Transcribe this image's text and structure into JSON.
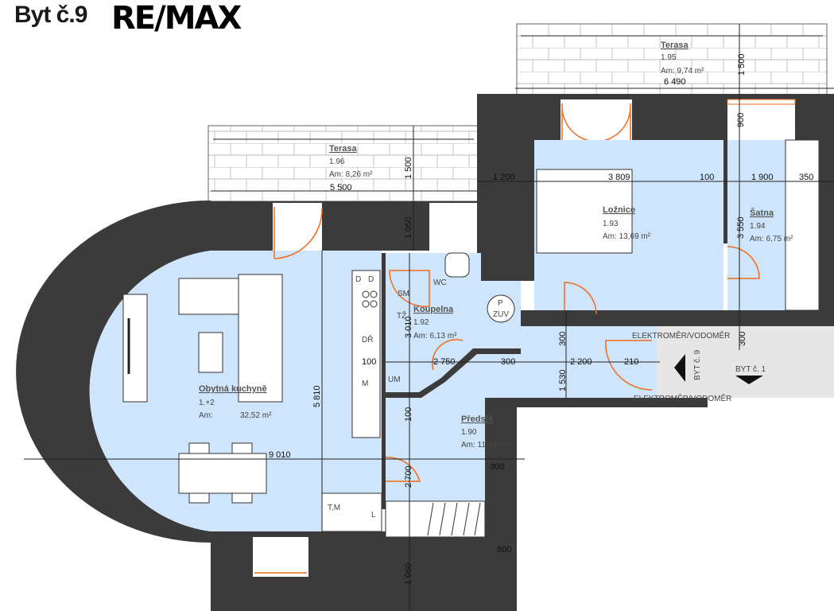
{
  "header": {
    "title": "Byt č.9",
    "logo": "RE/MAX"
  },
  "rooms": [
    {
      "name": "Obytná kuchyně",
      "number": "1.+2",
      "area_label": "Am:",
      "area": "32,52 m²"
    },
    {
      "name": "Předsíň",
      "number": "1.90",
      "area": "Am: 11,44 m²"
    },
    {
      "name": "Koupelna",
      "number": "1.92",
      "area": "Am: 6,13 m²"
    },
    {
      "name": "Ložnice",
      "number": "1.93",
      "area": "Am: 13,69 m²"
    },
    {
      "name": "Šatna",
      "number": "1.94",
      "area": "Am: 6,75 m²"
    },
    {
      "name": "Terasa",
      "number": "1.95",
      "area": "Am: 9,74 m²"
    },
    {
      "name": "Terasa",
      "number": "1.96",
      "area": "Am: 8,26 m²"
    }
  ],
  "fixtures": {
    "dishwasher": "D",
    "dishwasher2": "D",
    "fridge": "DŘ",
    "microwave": "M",
    "washer": "UM",
    "shower": "SM",
    "wc": "WC",
    "towel": "TŽ",
    "boiler": "P",
    "boiler2": "ZUV",
    "tm": "T,M",
    "l": "L"
  },
  "labels": {
    "meter_top": "ELEKTROMĚR/VODOMĚR",
    "meter_bottom": "ELEKTROMĚR/VODOMĚR",
    "flat9": "BYT č. 9",
    "flat1": "BYT č. 1"
  },
  "dimensions": {
    "d6490": "6 490",
    "d1500a": "1 500",
    "d5500": "5 500",
    "d1500b": "1 500",
    "d1200": "1 200",
    "d3809": "3 809",
    "d100a": "100",
    "d1900": "1 900",
    "d350": "350",
    "d900": "900",
    "d3550": "3 550",
    "d1050a": "1 050",
    "d3010": "3 010",
    "d100b": "100",
    "d2750": "2 750",
    "d300a": "300",
    "d2200": "2 200",
    "d210": "210",
    "d1530": "1 530",
    "d300b": "300",
    "d300c": "300",
    "d5810": "5 810",
    "d9010": "9 010",
    "d100c": "100",
    "d300d": "300",
    "d2700": "2 700",
    "d1050b": "1 050",
    "d800": "800"
  }
}
